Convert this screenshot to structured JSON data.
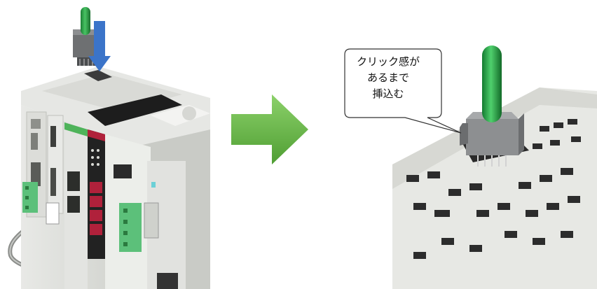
{
  "callout": {
    "lines": [
      "クリック感が",
      "あるまで",
      "挿込む"
    ]
  },
  "colors": {
    "arrow_green": "#6dbb45",
    "grip_green": "#2fa64a",
    "arrow_blue": "#3b74c9",
    "module_red": "#b0213b",
    "module_green": "#4eb35a",
    "terminal_green": "#5cc07a"
  },
  "icons": {
    "arrow": "right-arrow-icon",
    "down_arrow": "down-arrow-icon"
  }
}
